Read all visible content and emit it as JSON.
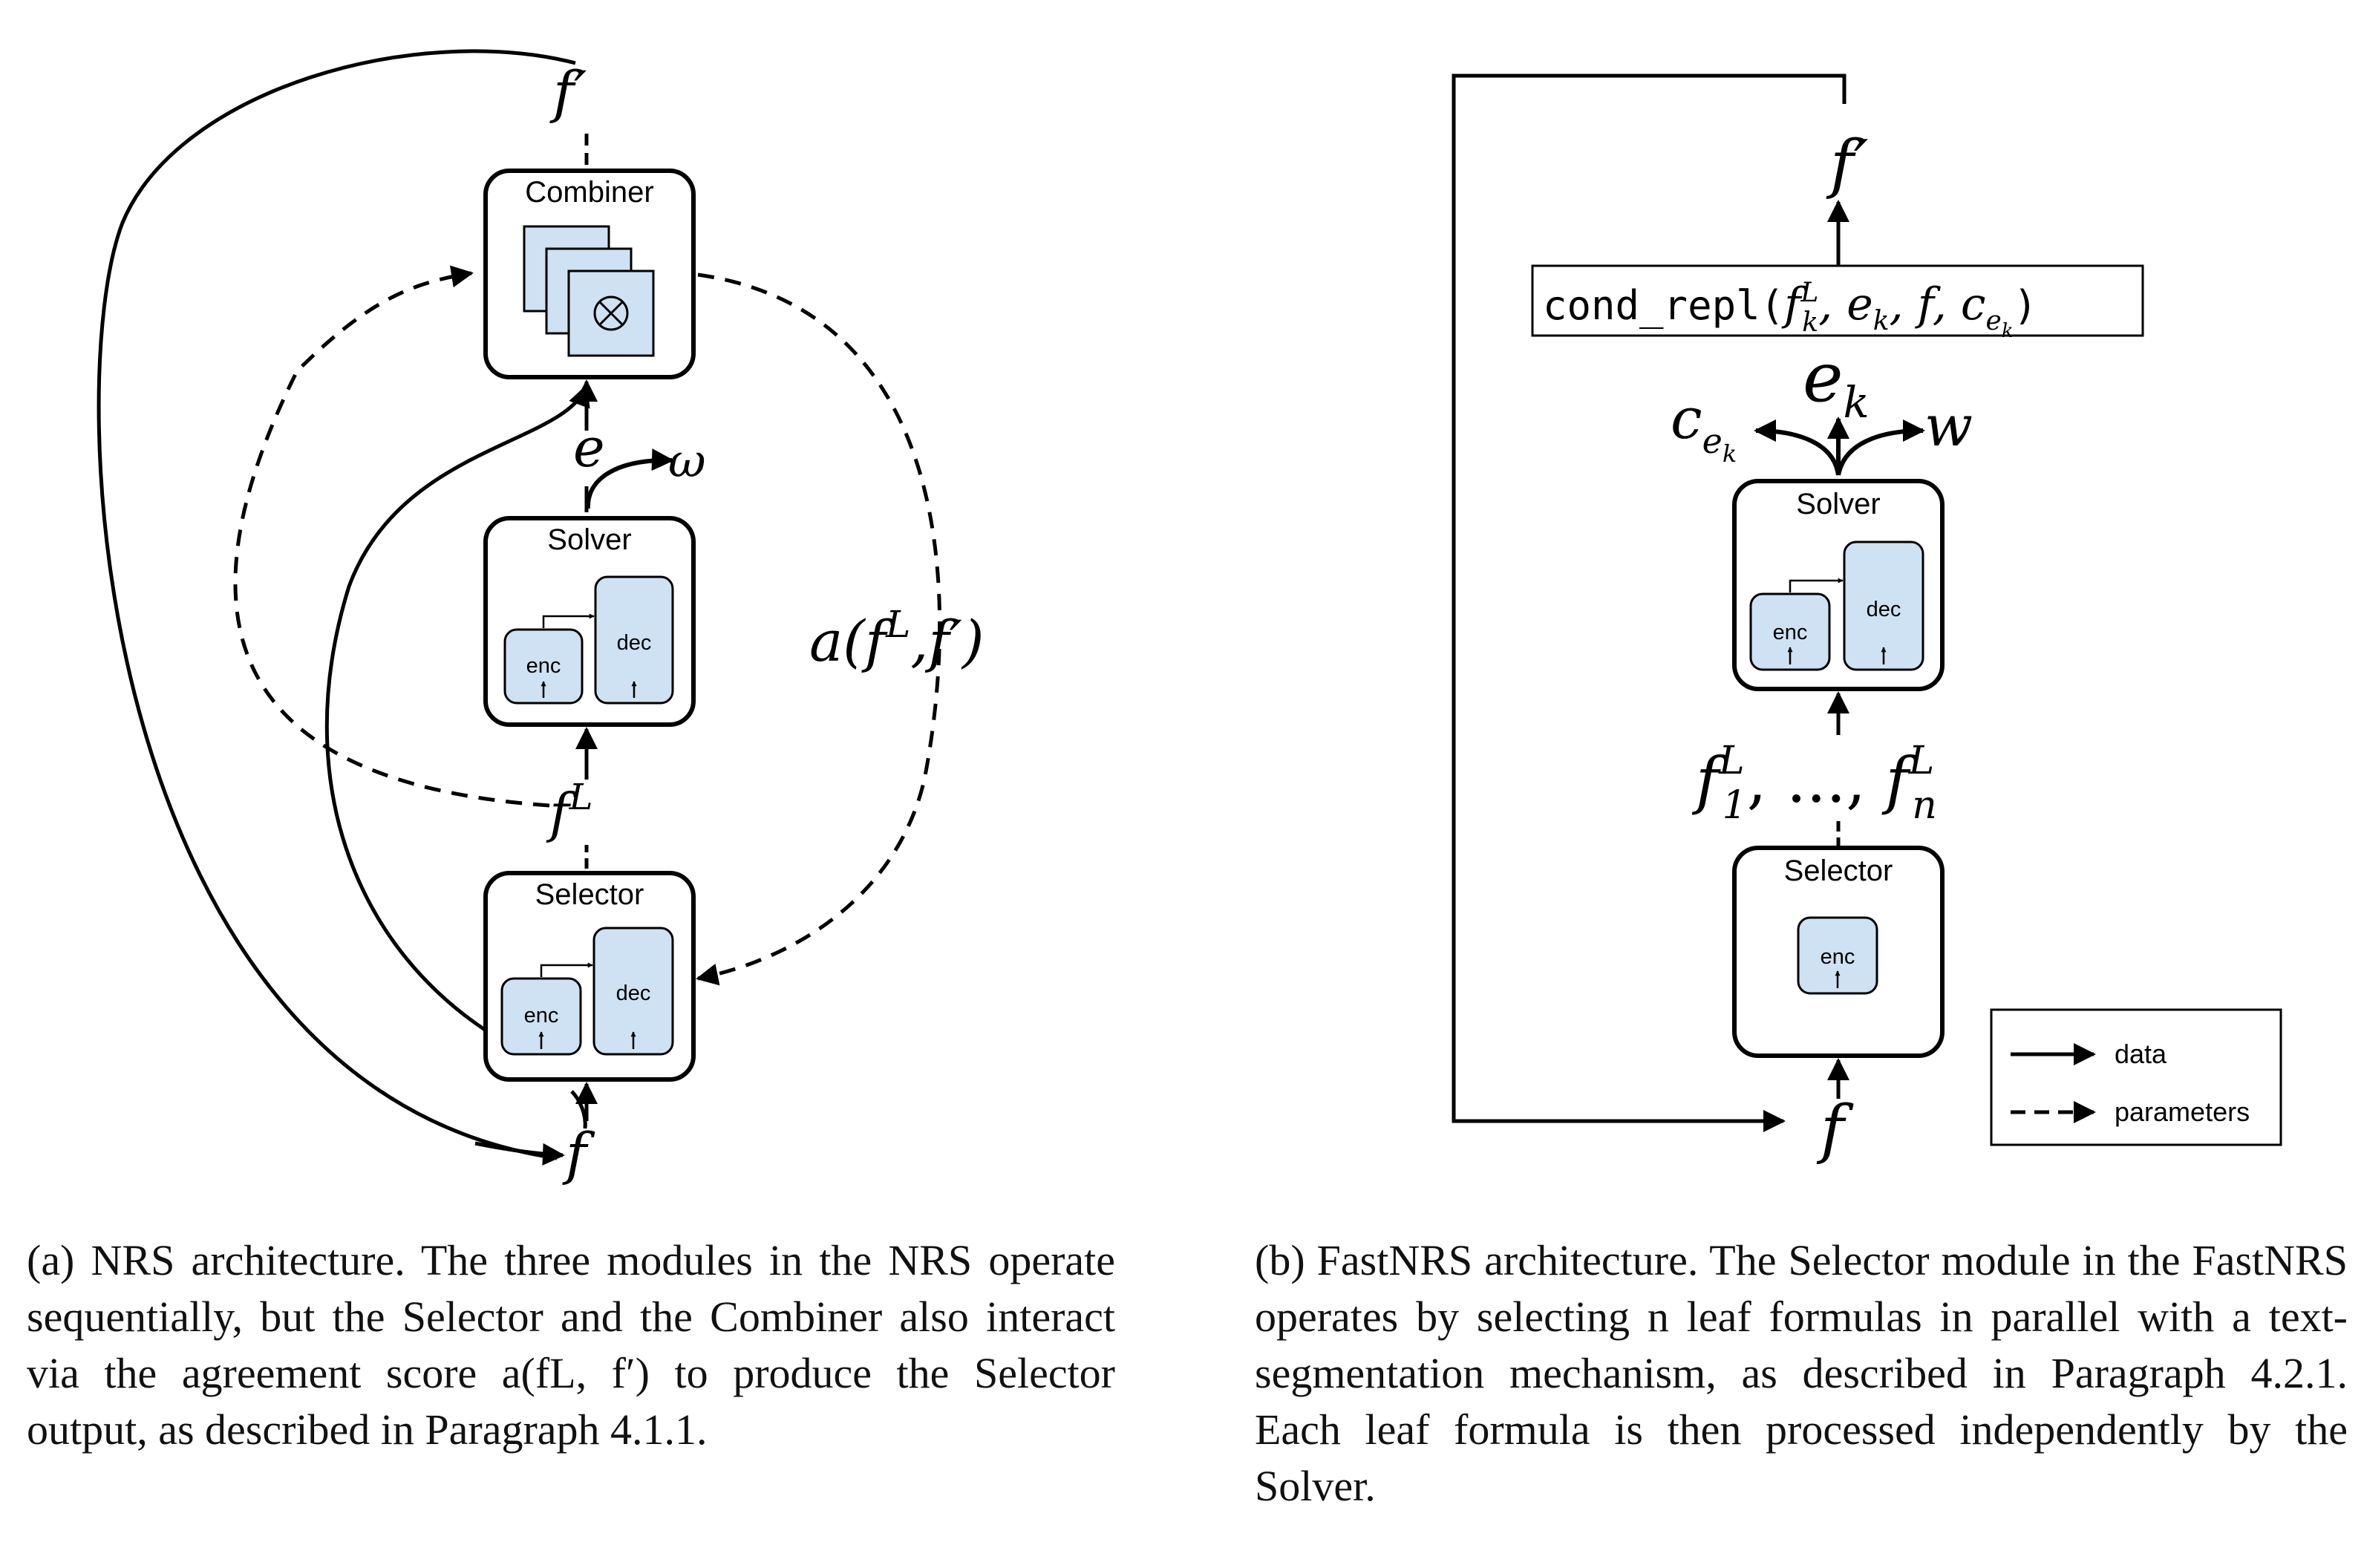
{
  "panel_a": {
    "modules": {
      "combiner": "Combiner",
      "solver": "Solver",
      "selector": "Selector"
    },
    "sub_blocks": {
      "enc": "enc",
      "dec": "dec"
    },
    "labels": {
      "f_prime": "f′",
      "e": "e",
      "omega": "ω",
      "f_L": "fL",
      "f": "f",
      "agreement": "a(fL,f′)"
    },
    "caption": "(a) NRS architecture. The three modules in the NRS operate sequentially, but the Selector and the Combiner also interact via the agreement score a(fL, f′) to produce the Selector output, as described in Paragraph 4.1.1."
  },
  "panel_b": {
    "modules": {
      "solver": "Solver",
      "selector": "Selector"
    },
    "sub_blocks": {
      "enc": "enc",
      "dec": "dec"
    },
    "labels": {
      "f_prime": "f′",
      "e_k": "ek",
      "c_ek": "cek",
      "w": "w",
      "leaves": "f1L, ..., fnL",
      "f": "f",
      "cond_repl": "cond_repl(fkL, ek, f, cek)"
    },
    "legend": {
      "data": "data",
      "parameters": "parameters"
    },
    "caption": "(b) FastNRS architecture. The Selector module in the FastNRS operates by selecting n leaf formulas in parallel with a text-segmentation mechanism, as described in Paragraph 4.2.1. Each leaf formula is then processed independently by the Solver."
  },
  "colors": {
    "block_fill": "#cfe2f3",
    "stroke": "#000000"
  }
}
